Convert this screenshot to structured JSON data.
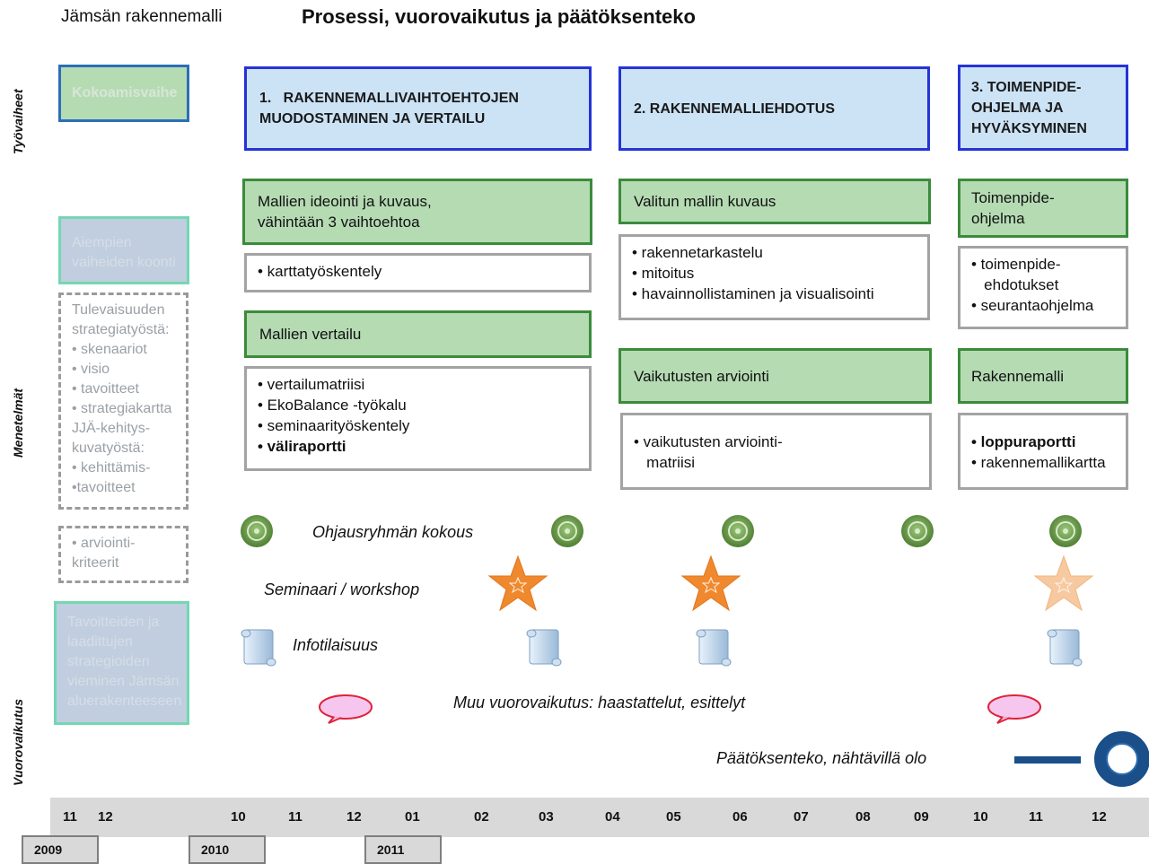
{
  "header": {
    "subtitle": "Jämsän rakennemalli",
    "title": "Prosessi, vuorovaikutus ja päätöksenteko"
  },
  "row_labels": {
    "tyovaiheet": "Työvaiheet",
    "menetelmat": "Menetelmät",
    "vuorovaikutus": "Vuorovaikutus"
  },
  "left_column": {
    "kokoamisvaihe": "Kokoamisvaihe",
    "aiempien": [
      "Aiempien",
      "vaiheiden koonti"
    ],
    "tulevaisuuden": [
      "Tulevaisuuden",
      "strategiatyöstä:",
      "• skenaariot",
      "• visio",
      "• tavoitteet",
      "• strategiakartta",
      "JJÄ-kehitys-",
      "kuvatyöstä:",
      "• kehittämis-",
      "•tavoitteet"
    ],
    "arviointi": [
      "• arviointi-",
      "kriteerit"
    ],
    "tavoitteiden": [
      "Tavoitteiden ja",
      "laadittujen",
      "strategioiden",
      "vieminen Jämsän",
      "aluerakenteeseen"
    ]
  },
  "phases": {
    "p1": [
      "1.   RAKENNEMALLIVAIHTOEHTOJEN",
      "MUODOSTAMINEN JA VERTAILU"
    ],
    "p2": [
      "2. RAKENNEMALLIEHDOTUS"
    ],
    "p3": [
      "3. TOIMENPIDE-",
      "OHJELMA JA",
      "HYVÄKSYMINEN"
    ]
  },
  "methods": {
    "c1_g1": [
      "Mallien ideointi ja kuvaus,",
      "vähintään 3 vaihtoehtoa"
    ],
    "c1_w1": [
      "• karttatyöskentely"
    ],
    "c1_g2": [
      "Mallien vertailu"
    ],
    "c1_w2": [
      "• vertailumatriisi",
      "• EkoBalance -työkalu",
      "• seminaarityöskentely",
      "• väliraportti"
    ],
    "c2_g1": [
      "Valitun mallin kuvaus"
    ],
    "c2_w1": [
      "• rakennetarkastelu",
      "• mitoitus",
      "• havainnollistaminen ja visualisointi"
    ],
    "c2_g2": [
      "Vaikutusten arviointi"
    ],
    "c2_w2": [
      "• vaikutusten arviointi-",
      "   matriisi"
    ],
    "c3_g1": [
      "Toimenpide-",
      "ohjelma"
    ],
    "c3_w1": [
      "• toimenpide-",
      "   ehdotukset",
      "• seurantaohjelma"
    ],
    "c3_g2": [
      "Rakennemalli"
    ],
    "c3_w2": [
      "• loppuraportti",
      "• rakennemallikartta"
    ]
  },
  "interaction_legend": {
    "ohjaus": "Ohjausryhmän kokous",
    "seminaari": "Seminaari / workshop",
    "info": "Infotilaisuus",
    "muu": "Muu vuorovaikutus: haastattelut, esittelyt",
    "paatos": "Päätöksenteko, nähtävillä olo"
  },
  "colors": {
    "phase_fill": "#cce3f6",
    "phase_border": "#2533d6",
    "method_fill": "#b5dbb3",
    "method_border": "#3b8b3b",
    "star": "#f0892e",
    "star_faded": "#f6c9a0",
    "ring": "#1a4f8a",
    "oval": "#f6c6ee"
  },
  "timeline": {
    "months": [
      "11",
      "12",
      "10",
      "11",
      "12",
      "01",
      "02",
      "03",
      "04",
      "05",
      "06",
      "07",
      "08",
      "09",
      "10",
      "11",
      "12"
    ],
    "years": [
      "2009",
      "2010",
      "2011"
    ]
  }
}
